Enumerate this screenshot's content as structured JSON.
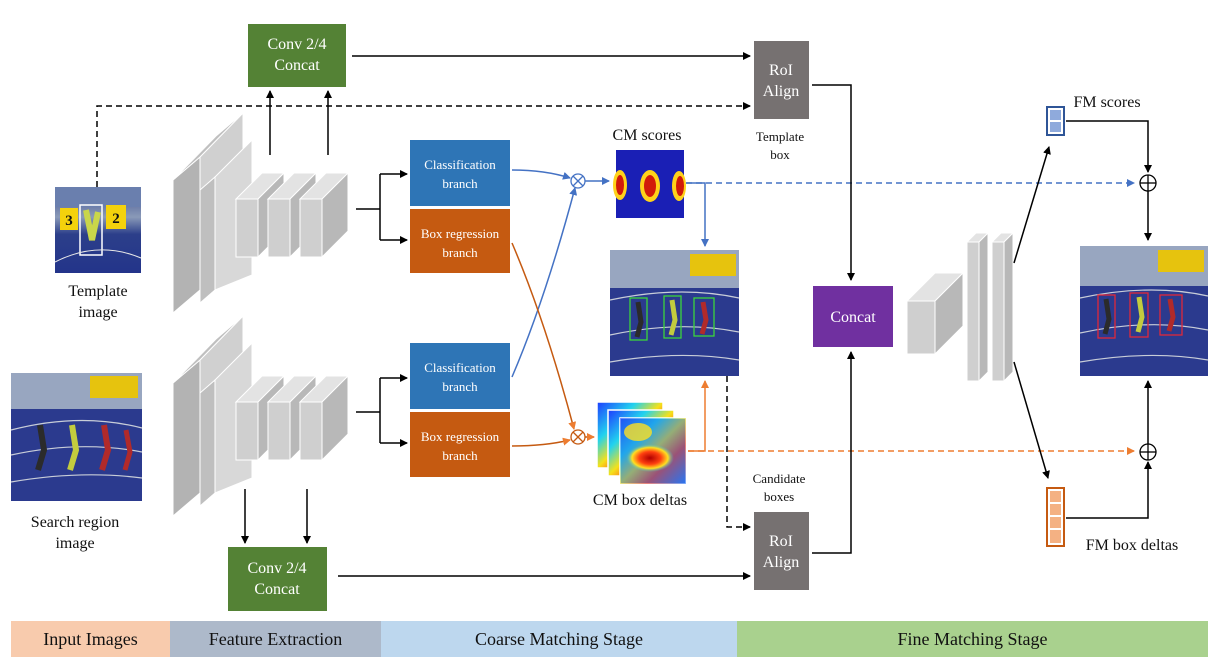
{
  "labels": {
    "conv_top": [
      "Conv 2/4",
      "Concat"
    ],
    "conv_bottom": [
      "Conv 2/4",
      "Concat"
    ],
    "roi_top": [
      "RoI",
      "Align"
    ],
    "roi_bottom": [
      "RoI",
      "Align"
    ],
    "template_box": [
      "Template",
      "box"
    ],
    "candidate_boxes": [
      "Candidate",
      "boxes"
    ],
    "cls_top": [
      "Classification",
      "branch"
    ],
    "box_top": [
      "Box regression",
      "branch"
    ],
    "cls_bottom": [
      "Classification",
      "branch"
    ],
    "box_bottom": [
      "Box regression",
      "branch"
    ],
    "cm_scores": "CM scores",
    "cm_box_deltas": "CM box deltas",
    "concat": "Concat",
    "fm_scores": "FM scores",
    "fm_box_deltas": "FM box deltas",
    "template_image": [
      "Template",
      "image"
    ],
    "search_image": [
      "Search region",
      "image"
    ],
    "template_numbers": [
      "3",
      "2"
    ]
  },
  "stages": [
    {
      "label": "Input Images",
      "color": "#F8CBAD"
    },
    {
      "label": "Feature Extraction",
      "color": "#ADB9CA"
    },
    {
      "label": "Coarse Matching Stage",
      "color": "#BDD7EE"
    },
    {
      "label": "Fine Matching Stage",
      "color": "#A9D18E"
    }
  ],
  "colors": {
    "conv_green": "#548235",
    "roi_gray": "#767171",
    "branch_blue": "#2E75B6",
    "branch_orange": "#C55A11",
    "concat_purple": "#7030A0",
    "arrow_blue": "#4472C4",
    "arrow_orange": "#ED7D31"
  }
}
